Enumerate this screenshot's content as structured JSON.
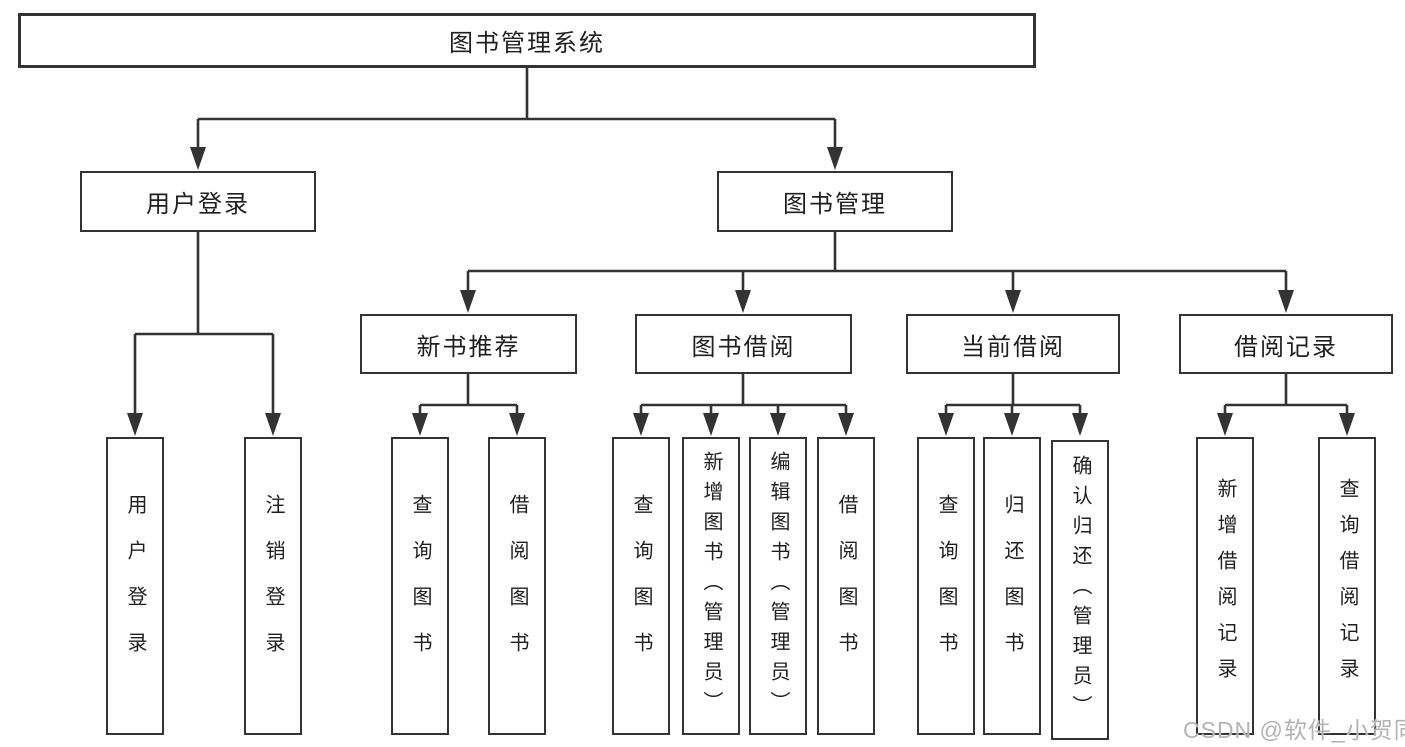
{
  "diagram": {
    "root": {
      "label": "图书管理系统"
    },
    "branches": [
      {
        "label": "用户登录",
        "children": [
          "用户登录",
          "注销登录"
        ]
      },
      {
        "label": "图书管理",
        "sections": [
          {
            "label": "新书推荐",
            "children": [
              "查询图书",
              "借阅图书"
            ]
          },
          {
            "label": "图书借阅",
            "children": [
              "查询图书",
              "新增图书（管理员）",
              "编辑图书（管理员）",
              "借阅图书"
            ]
          },
          {
            "label": "当前借阅",
            "children": [
              "查询图书",
              "归还图书",
              "确认归还（管理员）"
            ]
          },
          {
            "label": "借阅记录",
            "children": [
              "新增借阅记录",
              "查询借阅记录"
            ]
          }
        ]
      }
    ],
    "colors": {
      "line": "#333333",
      "text": "#1f1f1f",
      "box_background": "#ffffff",
      "watermark_text": "#b3b3b3"
    },
    "watermark": "CSDN @软件_小贺同学"
  }
}
